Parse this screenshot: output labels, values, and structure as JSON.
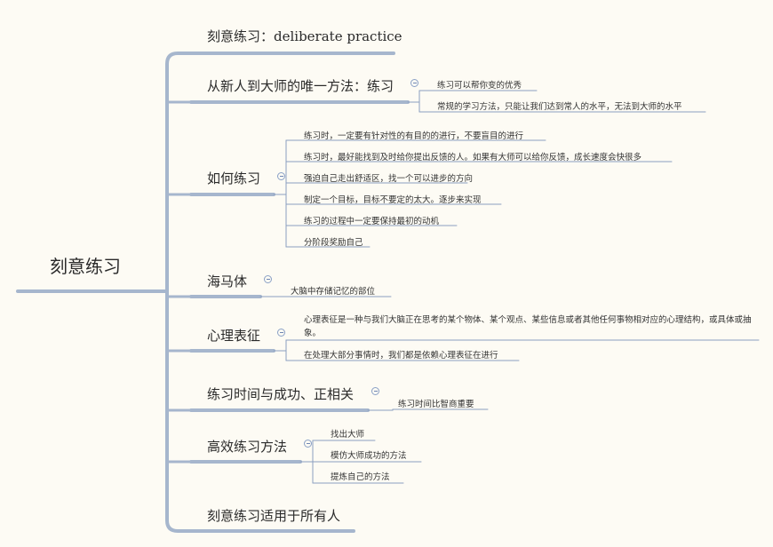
{
  "root": {
    "title": "刻意练习"
  },
  "branches": [
    {
      "title": "刻意练习：deliberate practice",
      "children": []
    },
    {
      "title": "从新人到大师的唯一方法：练习",
      "children": [
        "练习可以帮你变的优秀",
        "常规的学习方法，只能让我们达到常人的水平，无法到大师的水平"
      ]
    },
    {
      "title": "如何练习",
      "children": [
        "练习时，一定要有针对性的有目的的进行，不要盲目的进行",
        "练习时，最好能找到及时给你提出反馈的人。如果有大师可以给你反馈，成长速度会快很多",
        "强迫自己走出舒适区，找一个可以进步的方向",
        "制定一个目标，目标不要定的太大。逐步来实现",
        "练习的过程中一定要保持最初的动机",
        "分阶段奖励自己"
      ]
    },
    {
      "title": "海马体",
      "children": [
        "大脑中存储记忆的部位"
      ]
    },
    {
      "title": "心理表征",
      "children": [
        "心理表征是一种与我们大脑正在思考的某个物体、某个观点、某些信息或者其他任何事物相对应的心理结构，或具体或抽象。",
        "在处理大部分事情时，我们都是依赖心理表征在进行"
      ]
    },
    {
      "title": "练习时间与成功、正相关",
      "children": [
        "练习时间比智商重要"
      ]
    },
    {
      "title": "高效练习方法",
      "children": [
        "找出大师",
        "模仿大师成功的方法",
        "提炼自己的方法"
      ]
    },
    {
      "title": "刻意练习适用于所有人",
      "children": []
    }
  ],
  "colors": {
    "line": "#a6b6cd",
    "thin": "#8a9fc0",
    "toggle": "#6f86b3"
  }
}
